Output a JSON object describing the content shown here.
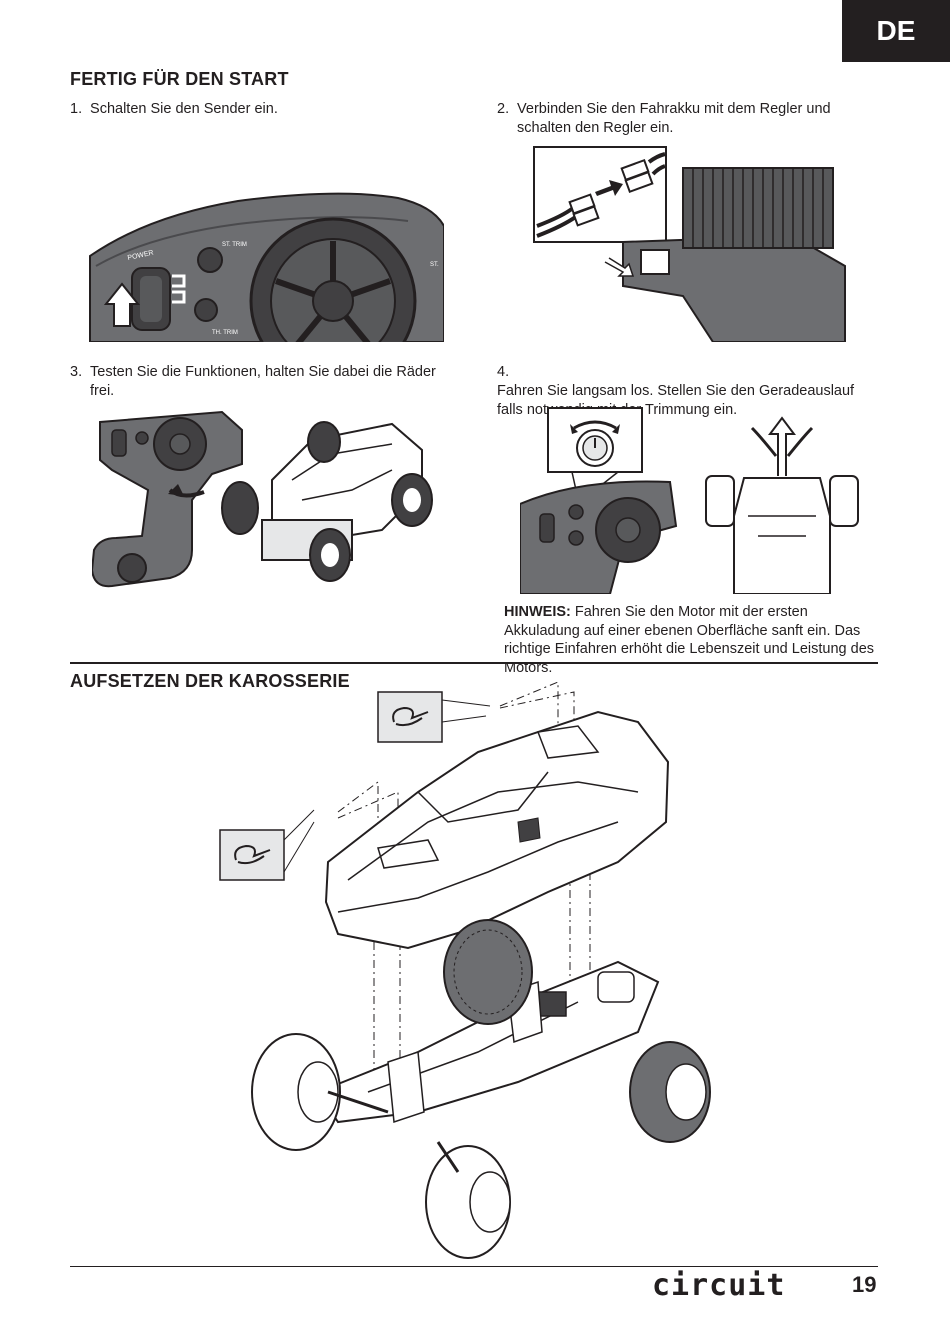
{
  "lang_tab": "DE",
  "section1": {
    "title": "FERTIG FÜR DEN START",
    "steps": [
      {
        "num": "1.",
        "text": "Schalten Sie den Sender ein."
      },
      {
        "num": "2.",
        "text": "Verbinden Sie den Fahrakku mit dem Regler und schalten den Regler ein."
      },
      {
        "num": "3.",
        "text": "Testen Sie die Funktionen, halten Sie dabei die Räder frei."
      },
      {
        "num": "4.",
        "text": "Fahren Sie langsam los. Stellen Sie den Geradeauslauf falls notwendig mit der Trimmung ein."
      }
    ]
  },
  "figure_labels": {
    "power": "POWER",
    "st_trim": "ST. TRIM",
    "th_trim": "TH. TRIM",
    "st": "ST."
  },
  "note": {
    "label": "HINWEIS:",
    "text": " Fahren Sie den Motor mit der ersten Akkuladung auf einer ebenen Oberfläche sanft ein. Das richtige Einfahren erhöht die Lebenszeit und Leistung des Motors."
  },
  "section2": {
    "title": "AUFSETZEN DER KAROSSERIE"
  },
  "footer": {
    "logo": "circuit",
    "page": "19"
  }
}
